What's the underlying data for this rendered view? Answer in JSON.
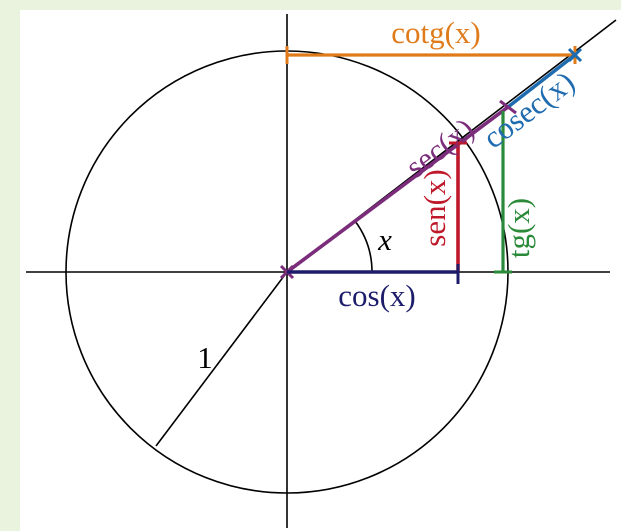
{
  "labels": {
    "cotg": "cotg(x)",
    "cosec": "cosec(x)",
    "sec": "sec(x)",
    "sen": "sen(x)",
    "tg": "tg(x)",
    "cos": "cos(x)",
    "angle": "x",
    "radius": "1"
  },
  "colors": {
    "background": "#eaf3dd",
    "panel": "#ffffff",
    "axes": "#000000",
    "circle": "#000000",
    "cotg": "#e07b1b",
    "cosec": "#1f6bb0",
    "sec": "#7b2d7b",
    "sen": "#c0182b",
    "tg": "#2a8a3a",
    "cos": "#1c1c6b"
  }
}
